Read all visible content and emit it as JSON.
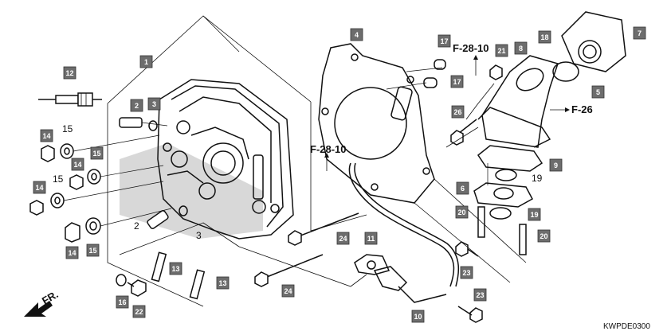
{
  "callouts": [
    {
      "num": "1"
    },
    {
      "num": "2"
    },
    {
      "num": "3"
    },
    {
      "num": "4"
    },
    {
      "num": "5"
    },
    {
      "num": "6"
    },
    {
      "num": "7"
    },
    {
      "num": "8"
    },
    {
      "num": "9"
    },
    {
      "num": "10"
    },
    {
      "num": "11"
    },
    {
      "num": "12"
    },
    {
      "num": "13"
    },
    {
      "num": "13"
    },
    {
      "num": "14"
    },
    {
      "num": "14"
    },
    {
      "num": "14"
    },
    {
      "num": "14"
    },
    {
      "num": "15"
    },
    {
      "num": "15"
    },
    {
      "num": "16"
    },
    {
      "num": "17"
    },
    {
      "num": "17"
    },
    {
      "num": "18"
    },
    {
      "num": "19"
    },
    {
      "num": "20"
    },
    {
      "num": "20"
    },
    {
      "num": "21"
    },
    {
      "num": "22"
    },
    {
      "num": "23"
    },
    {
      "num": "23"
    },
    {
      "num": "24"
    },
    {
      "num": "24"
    },
    {
      "num": "26"
    }
  ],
  "plain_labels": [
    {
      "num": "15"
    },
    {
      "num": "15"
    },
    {
      "num": "2"
    },
    {
      "num": "3"
    },
    {
      "num": "19"
    }
  ],
  "refs": [
    {
      "text": "F-28-10"
    },
    {
      "text": "F-28-10"
    },
    {
      "text": "F-26"
    }
  ],
  "front_arrow": "FR.",
  "diagram_code": "KWPDE0300"
}
